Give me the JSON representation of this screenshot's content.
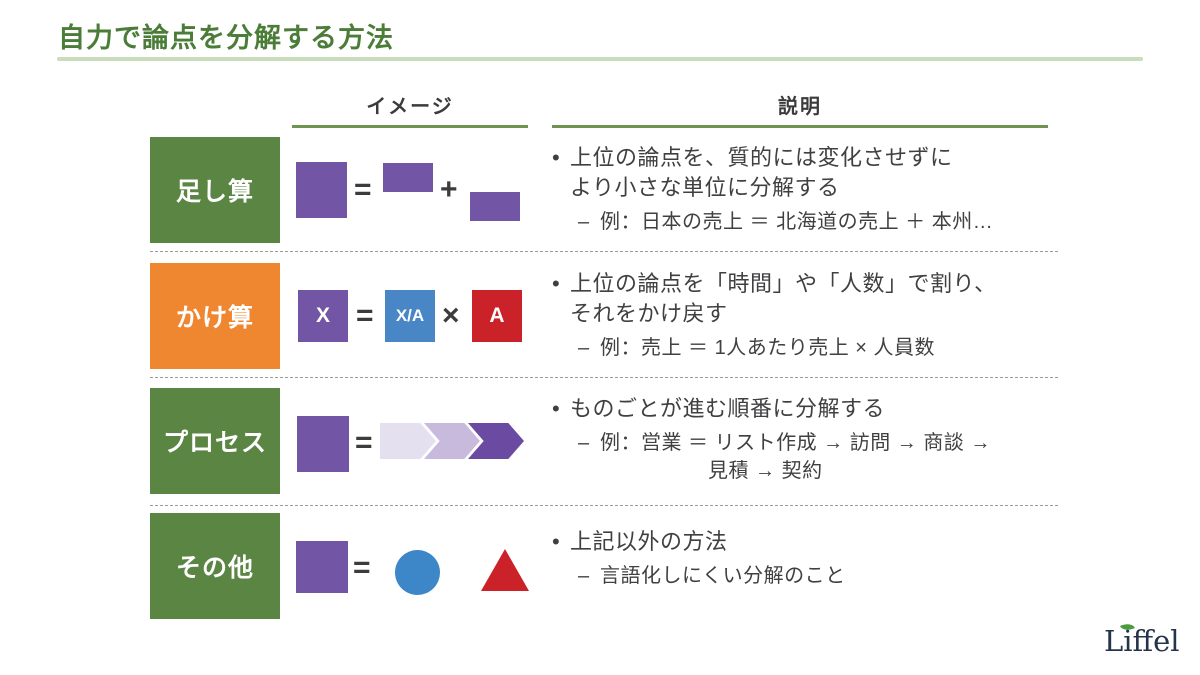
{
  "title": "自力で論点を分解する方法",
  "headers": {
    "image": "イメージ",
    "description": "説明"
  },
  "markers": {
    "bullet": "•",
    "dash": "–"
  },
  "rows": [
    {
      "label": "足し算",
      "desc_lines": [
        "上位の論点を、質的には変化させずに",
        "より小さな単位に分解する"
      ],
      "examples": [
        "例：日本の売上 ＝ 北海道の売上 ＋ 本州…"
      ],
      "image": {
        "equals": "=",
        "plus": "+"
      }
    },
    {
      "label": "かけ算",
      "desc_lines": [
        "上位の論点を「時間」や「人数」で割り、",
        "それをかけ戻す"
      ],
      "examples": [
        "例：売上 ＝ 1人あたり売上 × 人員数"
      ],
      "image": {
        "x_label": "X",
        "equals": "=",
        "xa_label": "X/A",
        "times": "×",
        "a_label": "A"
      }
    },
    {
      "label": "プロセス",
      "desc_lines": [
        "ものごとが進む順番に分解する"
      ],
      "examples": [
        "例：営業 ＝ リスト作成 → 訪問 → 商談 →",
        "見積 → 契約"
      ],
      "image": {
        "equals": "="
      }
    },
    {
      "label": "その他",
      "desc_lines": [
        "上記以外の方法"
      ],
      "examples": [
        "言語化しにくい分解のこと"
      ],
      "image": {
        "equals": "="
      }
    }
  ],
  "logo": "Liffel",
  "colors": {
    "title_green": "#4b7d38",
    "title_rule": "#c9dcbc",
    "header_underline": "#6f9351",
    "label_green": "#5a8543",
    "label_orange": "#ef8630",
    "purple": "#7355a5",
    "chevron_light": "#e5e0f0",
    "chevron_mid": "#c8badd",
    "chevron_dark": "#6a4ba1",
    "blue": "#4886c6",
    "red": "#cb2128",
    "text": "#404042",
    "logo_navy": "#26344a",
    "leaf_green": "#4a9c3f"
  }
}
